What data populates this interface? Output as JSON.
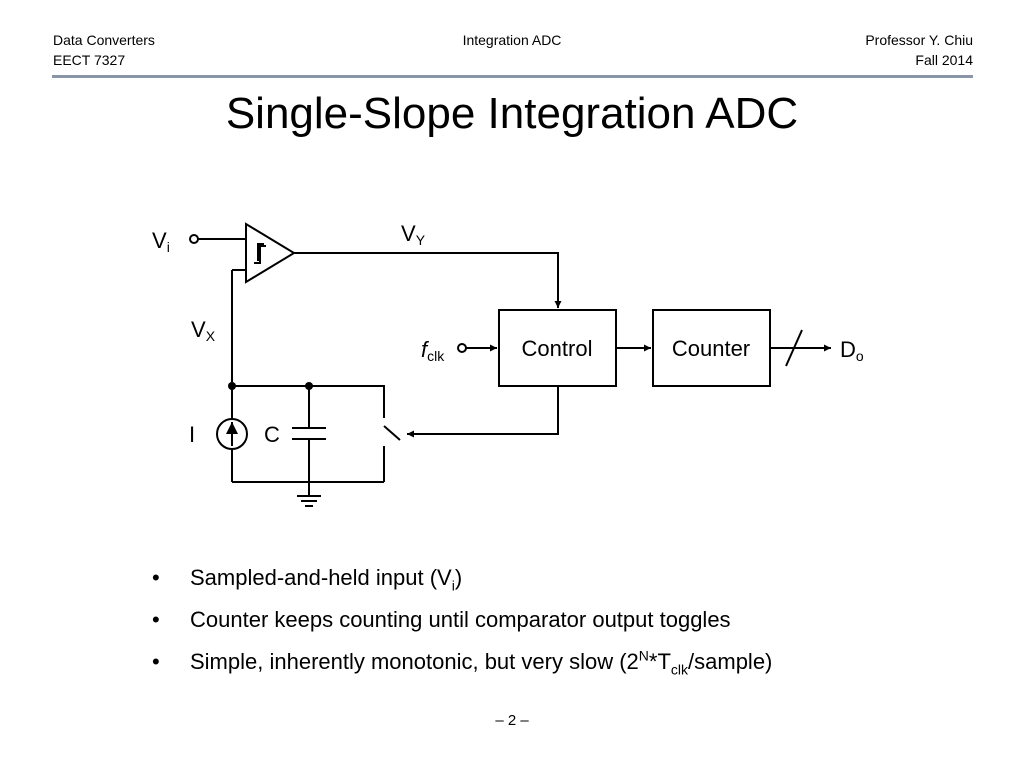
{
  "header": {
    "left_line1": "Data Converters",
    "left_line2": "EECT 7327",
    "center": "Integration ADC",
    "right_line1": "Professor Y. Chiu",
    "right_line2": "Fall 2014"
  },
  "title": "Single-Slope Integration ADC",
  "diagram": {
    "vi_main": "V",
    "vi_sub": "i",
    "vy_main": "V",
    "vy_sub": "Y",
    "vx_main": "V",
    "vx_sub": "X",
    "fclk_main": "f",
    "fclk_sub": "clk",
    "control_label": "Control",
    "counter_label": "Counter",
    "do_main": "D",
    "do_sub": "o",
    "current_label": "I",
    "cap_label": "C"
  },
  "bullets": [
    {
      "dot": "•",
      "pre": "Sampled-and-held input (V",
      "sub": "i",
      "post": ")"
    },
    {
      "dot": "•",
      "text": "Counter keeps counting until comparator output toggles"
    },
    {
      "dot": "•",
      "pre": "Simple, inherently monotonic, but very slow (2",
      "sup": "N",
      "mid": "*T",
      "sub": "clk",
      "post": "/sample)"
    }
  ],
  "footer": "– 2 –"
}
